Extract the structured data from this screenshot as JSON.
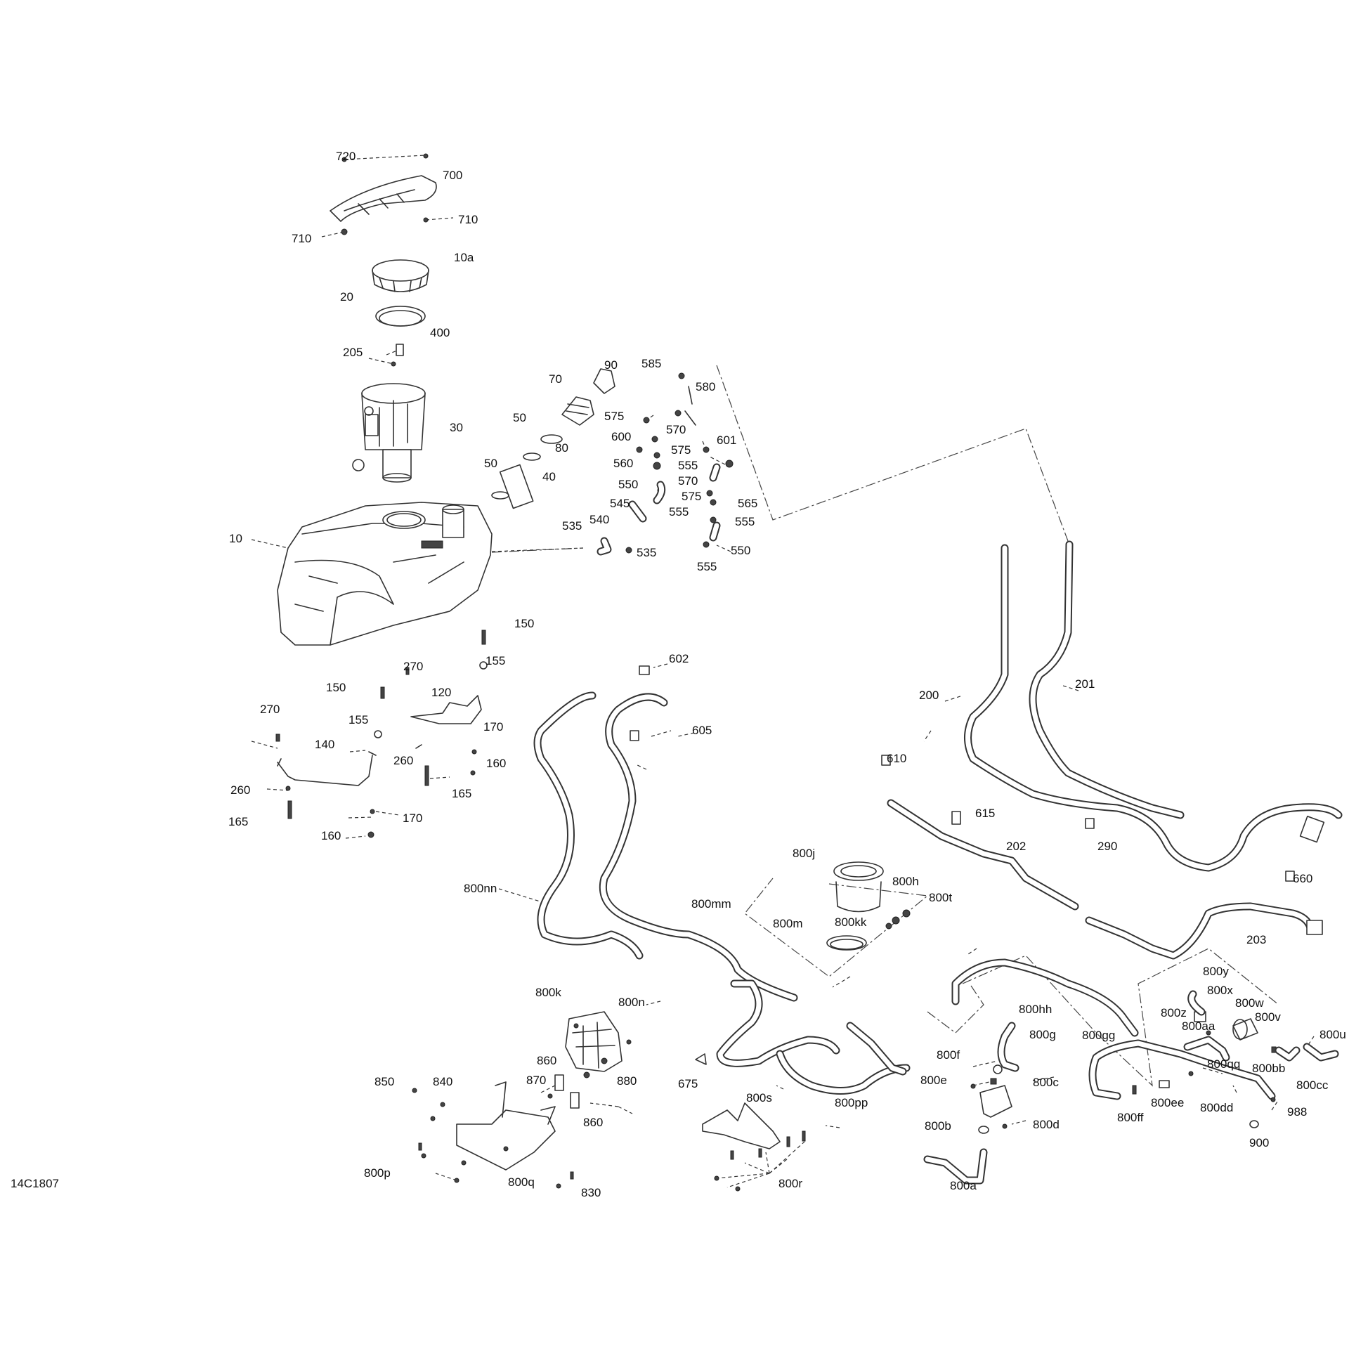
{
  "diagram_ref": "14C1807",
  "callouts": [
    "720",
    "700",
    "710",
    "710",
    "10a",
    "20",
    "400",
    "205",
    "30",
    "10",
    "90",
    "70",
    "50",
    "80",
    "50",
    "40",
    "585",
    "580",
    "575",
    "570",
    "600",
    "575",
    "601",
    "560",
    "555",
    "570",
    "550",
    "575",
    "565",
    "545",
    "555",
    "555",
    "535",
    "540",
    "535",
    "550",
    "555",
    "150",
    "155",
    "270",
    "150",
    "120",
    "270",
    "155",
    "170",
    "140",
    "260",
    "160",
    "260",
    "165",
    "165",
    "170",
    "160",
    "602",
    "605",
    "200",
    "201",
    "610",
    "615",
    "202",
    "290",
    "660",
    "800j",
    "800h",
    "800t",
    "800m",
    "800kk",
    "800nn",
    "800mm",
    "203",
    "800y",
    "800x",
    "800z",
    "800w",
    "800v",
    "800aa",
    "800u",
    "800hh",
    "800gg",
    "800g",
    "800qq",
    "800bb",
    "800cc",
    "800f",
    "800e",
    "800c",
    "800ee",
    "800dd",
    "988",
    "800ff",
    "900",
    "800b",
    "800d",
    "800a",
    "800k",
    "800n",
    "860",
    "880",
    "870",
    "850",
    "840",
    "860",
    "800p",
    "800q",
    "830",
    "675",
    "800s",
    "800pp",
    "800r"
  ]
}
